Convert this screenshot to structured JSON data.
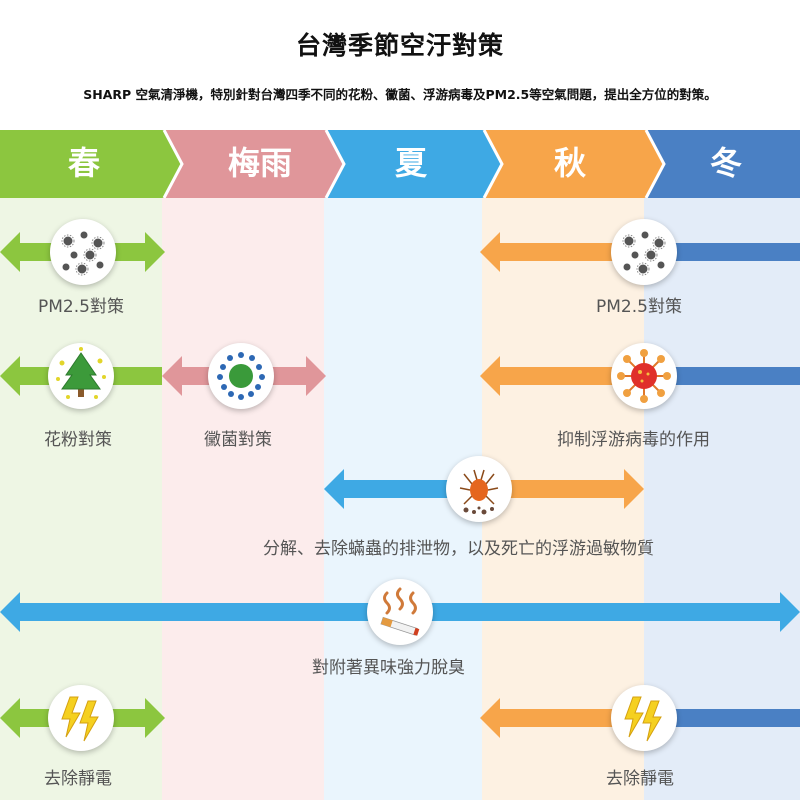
{
  "header": {
    "title": "台灣季節空汙對策",
    "subtitle": "SHARP 空氣清淨機，特別針對台灣四季不同的花粉、黴菌、浮游病毒及PM2.5等空氣問題，提出全方位的對策。"
  },
  "seasons": [
    {
      "label": "春",
      "color": "#8cc63f",
      "bg": "#eef6e4"
    },
    {
      "label": "梅雨",
      "color": "#e0969a",
      "bg": "#fcecec"
    },
    {
      "label": "夏",
      "color": "#3ea9e4",
      "bg": "#eaf5fd"
    },
    {
      "label": "秋",
      "color": "#f7a54a",
      "bg": "#fdf1e2"
    },
    {
      "label": "冬",
      "color": "#4a80c4",
      "bg": "#e3ecf8"
    }
  ],
  "labels": {
    "pm25_left": "PM2.5對策",
    "pm25_right": "PM2.5對策",
    "pollen": "花粉對策",
    "mold": "黴菌對策",
    "virus": "抑制浮游病毒的作用",
    "mite": "分解、去除蟎蟲的排泄物，以及死亡的浮游過敏物質",
    "odor": "對附著異味強力脫臭",
    "static_left": "去除靜電",
    "static_right": "去除靜電"
  },
  "icons": {
    "pm25": "particles-icon",
    "pollen": "tree-pollen-icon",
    "mold": "mold-spore-icon",
    "virus": "virus-icon",
    "mite": "dust-mite-icon",
    "odor": "smoke-odor-icon",
    "static": "lightning-icon"
  }
}
